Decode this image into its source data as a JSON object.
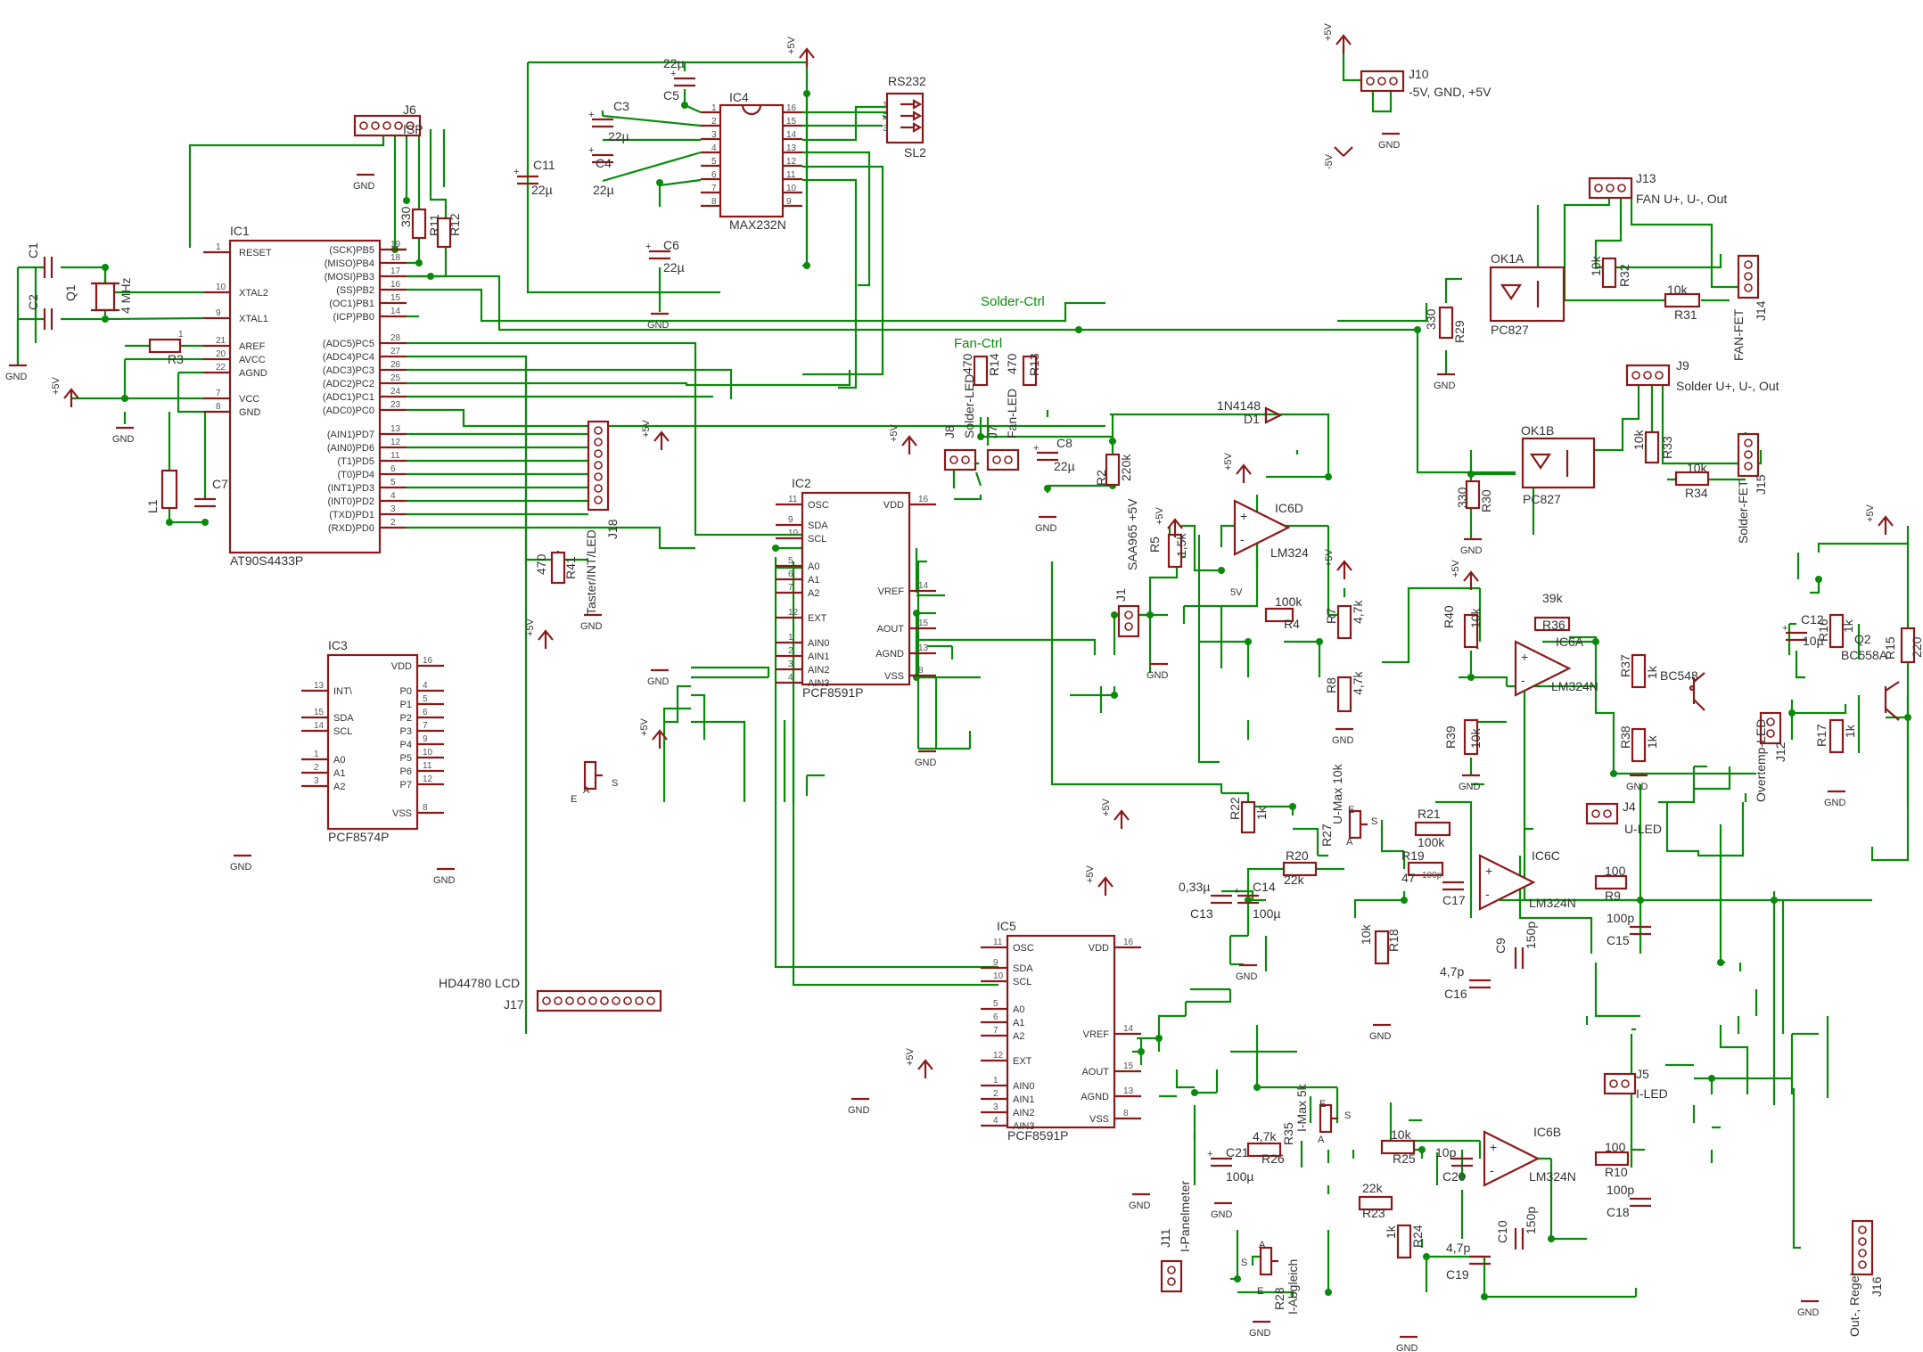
{
  "ics": {
    "ic1": {
      "name": "IC1",
      "part": "AT90S4433P",
      "left_pins": [
        [
          "RESET",
          "1"
        ],
        [
          "XTAL2",
          "10"
        ],
        [
          "XTAL1",
          "9"
        ],
        [
          "AREF",
          "21"
        ],
        [
          "AVCC",
          "20"
        ],
        [
          "AGND",
          "22"
        ],
        [
          "VCC",
          "7"
        ],
        [
          "GND",
          "8"
        ]
      ],
      "right_pins": [
        [
          "(SCK)PB5",
          "19"
        ],
        [
          "(MISO)PB4",
          "18"
        ],
        [
          "(MOSI)PB3",
          "17"
        ],
        [
          "(SS)PB2",
          "16"
        ],
        [
          "(OC1)PB1",
          "15"
        ],
        [
          "(ICP)PB0",
          "14"
        ],
        [
          "(ADC5)PC5",
          "28"
        ],
        [
          "(ADC4)PC4",
          "27"
        ],
        [
          "(ADC3)PC3",
          "26"
        ],
        [
          "(ADC2)PC2",
          "25"
        ],
        [
          "(ADC1)PC1",
          "24"
        ],
        [
          "(ADC0)PC0",
          "23"
        ],
        [
          "(AIN1)PD7",
          "13"
        ],
        [
          "(AIN0)PD6",
          "12"
        ],
        [
          "(T1)PD5",
          "11"
        ],
        [
          "(T0)PD4",
          "6"
        ],
        [
          "(INT1)PD3",
          "5"
        ],
        [
          "(INT0)PD2",
          "4"
        ],
        [
          "(TXD)PD1",
          "3"
        ],
        [
          "(RXD)PD0",
          "2"
        ]
      ]
    },
    "ic2": {
      "name": "IC2",
      "part": "PCF8591P",
      "left_pins": [
        [
          "OSC",
          "11"
        ],
        [
          "SDA",
          "9"
        ],
        [
          "SCL",
          "10"
        ],
        [
          "A0",
          "5"
        ],
        [
          "A1",
          "6"
        ],
        [
          "A2",
          "7"
        ],
        [
          "EXT",
          "12"
        ],
        [
          "AIN0",
          "1"
        ],
        [
          "AIN1",
          "2"
        ],
        [
          "AIN2",
          "3"
        ],
        [
          "AIN3",
          "4"
        ]
      ],
      "right_pins": [
        [
          "VDD",
          "16"
        ],
        [
          "VREF",
          "14"
        ],
        [
          "AOUT",
          "15"
        ],
        [
          "AGND",
          "13"
        ],
        [
          "VSS",
          "8"
        ]
      ]
    },
    "ic5": {
      "name": "IC5",
      "part": "PCF8591P",
      "left_pins": [
        [
          "OSC",
          "11"
        ],
        [
          "SDA",
          "9"
        ],
        [
          "SCL",
          "10"
        ],
        [
          "A0",
          "5"
        ],
        [
          "A1",
          "6"
        ],
        [
          "A2",
          "7"
        ],
        [
          "EXT",
          "12"
        ],
        [
          "AIN0",
          "1"
        ],
        [
          "AIN1",
          "2"
        ],
        [
          "AIN2",
          "3"
        ],
        [
          "AIN3",
          "4"
        ]
      ],
      "right_pins": [
        [
          "VDD",
          "16"
        ],
        [
          "VREF",
          "14"
        ],
        [
          "AOUT",
          "15"
        ],
        [
          "AGND",
          "13"
        ],
        [
          "VSS",
          "8"
        ]
      ]
    },
    "ic3": {
      "name": "IC3",
      "part": "PCF8574P",
      "left_pins": [
        [
          "INT\\",
          "13"
        ],
        [
          "SDA",
          "15"
        ],
        [
          "SCL",
          "14"
        ],
        [
          "A0",
          "1"
        ],
        [
          "A1",
          "2"
        ],
        [
          "A2",
          "3"
        ]
      ],
      "right_pins": [
        [
          "VDD",
          "16"
        ],
        [
          "P0",
          "4"
        ],
        [
          "P1",
          "5"
        ],
        [
          "P2",
          "6"
        ],
        [
          "P3",
          "7"
        ],
        [
          "P4",
          "9"
        ],
        [
          "P5",
          "10"
        ],
        [
          "P6",
          "11"
        ],
        [
          "P7",
          "12"
        ],
        [
          "VSS",
          "8"
        ]
      ]
    },
    "ic4": {
      "name": "IC4",
      "part": "MAX232N",
      "left_pins": [
        "1",
        "2",
        "3",
        "4",
        "5",
        "6",
        "7",
        "8"
      ],
      "right_pins": [
        "16",
        "15",
        "14",
        "13",
        "12",
        "11",
        "10",
        "9"
      ]
    }
  },
  "labels": [
    {
      "id": "j6",
      "text": "J6"
    },
    {
      "id": "isp",
      "text": "ISP"
    },
    {
      "id": "rs232",
      "text": "RS232"
    },
    {
      "id": "sl2",
      "text": "SL2"
    },
    {
      "id": "j10",
      "text": "J10"
    },
    {
      "id": "j10d",
      "text": "-5V, GND, +5V"
    },
    {
      "id": "j13",
      "text": "J13"
    },
    {
      "id": "j13d",
      "text": "FAN U+, U-, Out"
    },
    {
      "id": "j9",
      "text": "J9"
    },
    {
      "id": "j9d",
      "text": "Solder U+, U-, Out"
    },
    {
      "id": "ok1a",
      "text": "OK1A"
    },
    {
      "id": "ok1b",
      "text": "OK1B"
    },
    {
      "id": "pc827a",
      "text": "PC827"
    },
    {
      "id": "pc827b",
      "text": "PC827"
    },
    {
      "id": "solderctrl",
      "text": "Solder-Ctrl"
    },
    {
      "id": "fanctrl",
      "text": "Fan-Ctrl"
    },
    {
      "id": "d1",
      "text": "1N4148"
    },
    {
      "id": "d1n",
      "text": "D1"
    },
    {
      "id": "ic6a",
      "text": "IC6A"
    },
    {
      "id": "ic6b",
      "text": "IC6B"
    },
    {
      "id": "ic6c",
      "text": "IC6C"
    },
    {
      "id": "ic6d",
      "text": "IC6D"
    },
    {
      "id": "lm324a",
      "text": "LM324N"
    },
    {
      "id": "lm324b",
      "text": "LM324N"
    },
    {
      "id": "lm324c",
      "text": "LM324N"
    },
    {
      "id": "lm324d",
      "text": "LM324"
    },
    {
      "id": "q1",
      "text": "Q1"
    },
    {
      "id": "q1v",
      "text": "4 MHz"
    },
    {
      "id": "q2",
      "text": "Q2"
    },
    {
      "id": "q2v",
      "text": "BC558A"
    },
    {
      "id": "q3v",
      "text": "BC548"
    },
    {
      "id": "lcd",
      "text": "HD44780 LCD"
    },
    {
      "id": "j17",
      "text": "J17"
    },
    {
      "id": "j18",
      "text": "Taster/INT/LED"
    },
    {
      "id": "j18n",
      "text": "J18"
    },
    {
      "id": "j1",
      "text": "J1"
    },
    {
      "id": "saa",
      "text": "SAA965 +5V"
    },
    {
      "id": "j4",
      "text": "J4"
    },
    {
      "id": "uled",
      "text": "U-LED"
    },
    {
      "id": "j5",
      "text": "J5"
    },
    {
      "id": "iled",
      "text": "I-LED"
    },
    {
      "id": "j12",
      "text": "Overtemp-LED"
    },
    {
      "id": "j12n",
      "text": "J12"
    },
    {
      "id": "j14",
      "text": "FAN-FET"
    },
    {
      "id": "j14n",
      "text": "J14"
    },
    {
      "id": "j15",
      "text": "Solder-FET"
    },
    {
      "id": "j15n",
      "text": "J15"
    },
    {
      "id": "j16",
      "text": "Out-, Regel"
    },
    {
      "id": "j16n",
      "text": "J16"
    },
    {
      "id": "j11",
      "text": "I-Panelmeter"
    },
    {
      "id": "j11n",
      "text": "J11"
    },
    {
      "id": "j7",
      "text": "J7"
    },
    {
      "id": "j7d",
      "text": "Fan-LED"
    },
    {
      "id": "j8",
      "text": "J8"
    },
    {
      "id": "j8d",
      "text": "Solder-LED"
    },
    {
      "id": "r27",
      "text": "R27"
    },
    {
      "id": "r27d",
      "text": "U-Max 10k"
    },
    {
      "id": "r35",
      "text": "R35"
    },
    {
      "id": "r35d",
      "text": "I-Max 5k"
    },
    {
      "id": "r28",
      "text": "R28"
    },
    {
      "id": "r28d",
      "text": "I-Abgleich"
    }
  ],
  "parts": [
    {
      "n": "C1"
    },
    {
      "n": "C2"
    },
    {
      "n": "C3",
      "v": "22µ"
    },
    {
      "n": "C4",
      "v": "22µ"
    },
    {
      "n": "C5",
      "v": "22µ"
    },
    {
      "n": "C6",
      "v": "22µ"
    },
    {
      "n": "C7"
    },
    {
      "n": "C8",
      "v": "22µ"
    },
    {
      "n": "C9",
      "v": "150p"
    },
    {
      "n": "C10",
      "v": "150p"
    },
    {
      "n": "C11",
      "v": "22µ"
    },
    {
      "n": "C12",
      "v": "10µ"
    },
    {
      "n": "C13",
      "v": "0,33µ"
    },
    {
      "n": "C14",
      "v": "100µ"
    },
    {
      "n": "C15",
      "v": "100p"
    },
    {
      "n": "C16",
      "v": "4,7p"
    },
    {
      "n": "C17",
      "v": "100p"
    },
    {
      "n": "C18",
      "v": "100p"
    },
    {
      "n": "C19",
      "v": "4,7p"
    },
    {
      "n": "C20",
      "v": "10p"
    },
    {
      "n": "C21",
      "v": "100µ"
    },
    {
      "n": "L1"
    },
    {
      "n": "R2",
      "v": "220k"
    },
    {
      "n": "R3",
      "v": "1"
    },
    {
      "n": "R4",
      "v": "100k"
    },
    {
      "n": "R5",
      "v": "1,5k"
    },
    {
      "n": "R7",
      "v": "4,7k"
    },
    {
      "n": "R8",
      "v": "4,7k"
    },
    {
      "n": "R9",
      "v": "100"
    },
    {
      "n": "R10",
      "v": "100"
    },
    {
      "n": "R11",
      "v": "330"
    },
    {
      "n": "R12",
      "v": "330"
    },
    {
      "n": "R13",
      "v": "470"
    },
    {
      "n": "R14",
      "v": "470"
    },
    {
      "n": "R15",
      "v": "220"
    },
    {
      "n": "R16",
      "v": "1k"
    },
    {
      "n": "R17",
      "v": "1k"
    },
    {
      "n": "R18",
      "v": "10k"
    },
    {
      "n": "R19",
      "v": "47"
    },
    {
      "n": "R20",
      "v": "22k"
    },
    {
      "n": "R21",
      "v": "100k"
    },
    {
      "n": "R22",
      "v": "1k"
    },
    {
      "n": "R23",
      "v": "22k"
    },
    {
      "n": "R24",
      "v": "1k"
    },
    {
      "n": "R25",
      "v": "10k"
    },
    {
      "n": "R26",
      "v": "4,7k"
    },
    {
      "n": "R29",
      "v": "330"
    },
    {
      "n": "R30",
      "v": "330"
    },
    {
      "n": "R31",
      "v": "10k"
    },
    {
      "n": "R32",
      "v": "10k"
    },
    {
      "n": "R33",
      "v": "10k"
    },
    {
      "n": "R34",
      "v": "10k"
    },
    {
      "n": "R36",
      "v": "39k"
    },
    {
      "n": "R37",
      "v": "1k"
    },
    {
      "n": "R38",
      "v": "1k"
    },
    {
      "n": "R39",
      "v": "10k"
    },
    {
      "n": "R40",
      "v": "10k"
    },
    {
      "n": "R41",
      "v": "470"
    }
  ],
  "net_labels": {
    "gnd": "GND",
    "vcc": "+5V",
    "vee": "-5V"
  }
}
